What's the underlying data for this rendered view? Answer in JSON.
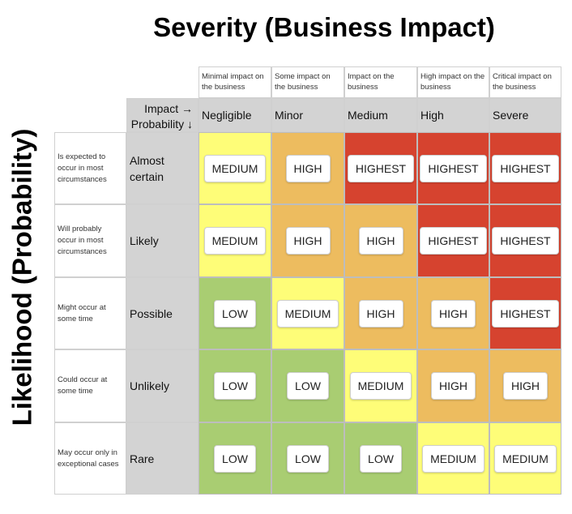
{
  "title": "Severity (Business Impact)",
  "y_title": "Likelihood (Probability)",
  "corner": {
    "impact": "Impact →",
    "probability": "Probability ↓"
  },
  "colors": {
    "LOW": "#a9cd72",
    "MEDIUM": "#fefd78",
    "HIGH": "#edbc5f",
    "HIGHEST": "#d6432f"
  },
  "columns": [
    {
      "desc": "Minimal impact on the business",
      "label": "Negligible"
    },
    {
      "desc": "Some impact on the business",
      "label": "Minor"
    },
    {
      "desc": "Impact on the business",
      "label": "Medium"
    },
    {
      "desc": "High impact on the business",
      "label": "High"
    },
    {
      "desc": "Critical impact on the business",
      "label": "Severe"
    }
  ],
  "rows": [
    {
      "desc": "Is expected to occur in most circumstances",
      "label": "Almost certain",
      "levels": [
        "MEDIUM",
        "HIGH",
        "HIGHEST",
        "HIGHEST",
        "HIGHEST"
      ]
    },
    {
      "desc": "Will probably occur in most circumstances",
      "label": "Likely",
      "levels": [
        "MEDIUM",
        "HIGH",
        "HIGH",
        "HIGHEST",
        "HIGHEST"
      ]
    },
    {
      "desc": "Might occur at some time",
      "label": "Possible",
      "levels": [
        "LOW",
        "MEDIUM",
        "HIGH",
        "HIGH",
        "HIGHEST"
      ]
    },
    {
      "desc": "Could occur at some time",
      "label": "Unlikely",
      "levels": [
        "LOW",
        "LOW",
        "MEDIUM",
        "HIGH",
        "HIGH"
      ]
    },
    {
      "desc": "May occur only in exceptional cases",
      "label": "Rare",
      "levels": [
        "LOW",
        "LOW",
        "LOW",
        "MEDIUM",
        "MEDIUM"
      ]
    }
  ]
}
